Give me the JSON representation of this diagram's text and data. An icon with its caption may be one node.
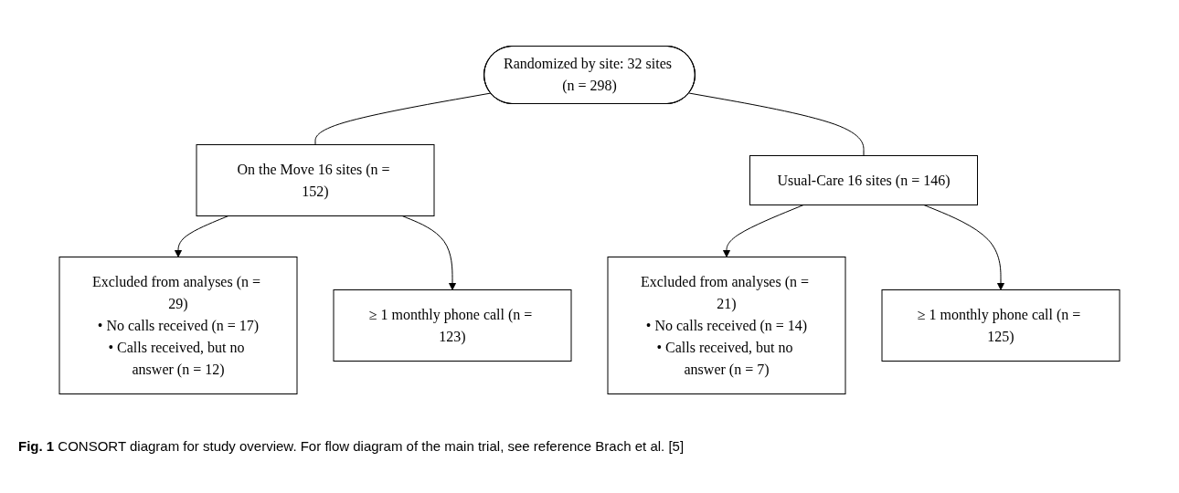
{
  "diagram": {
    "caption": "**Fig. 1** CONSORT diagram for study overview. For flow diagram of the main trial, see reference Brach et al. [5]",
    "nodes": [
      {
        "text": [
          "Randomized by site: 32 sites (n = 298)"
        ]
      },
      {
        "text": [
          "On the Move 16 sites (n = 152)"
        ]
      },
      {
        "text": [
          "Usual-Care 16 sites (n = 146)"
        ]
      },
      {
        "text": [
          "Excluded from analyses (n = 29)",
          "• No calls received (n = 17)",
          "• Calls received, but no answer (n = 12)"
        ]
      },
      {
        "text": [
          "Excluded from analyses (n = 21)",
          "• No calls received (n = 14)",
          "• Calls received, but no answer (n = 7)"
        ]
      },
      {
        "text": [
          "≥ 1 monthly phone call (n = 123)"
        ]
      },
      {
        "text": [
          "≥ 1 monthly phone call (n = 125)"
        ]
      }
    ],
    "edges": [
      {
        "from": 0,
        "to": 1,
        "arrow": "none"
      },
      {
        "from": 0,
        "to": 2,
        "arrow": "none"
      },
      {
        "from": 1,
        "to": 3,
        "arrow": "to"
      },
      {
        "from": 1,
        "to": 5,
        "arrow": "to"
      },
      {
        "from": 2,
        "to": 4,
        "arrow": "to"
      },
      {
        "from": 2,
        "to": 6,
        "arrow": "to"
      }
    ]
  }
}
